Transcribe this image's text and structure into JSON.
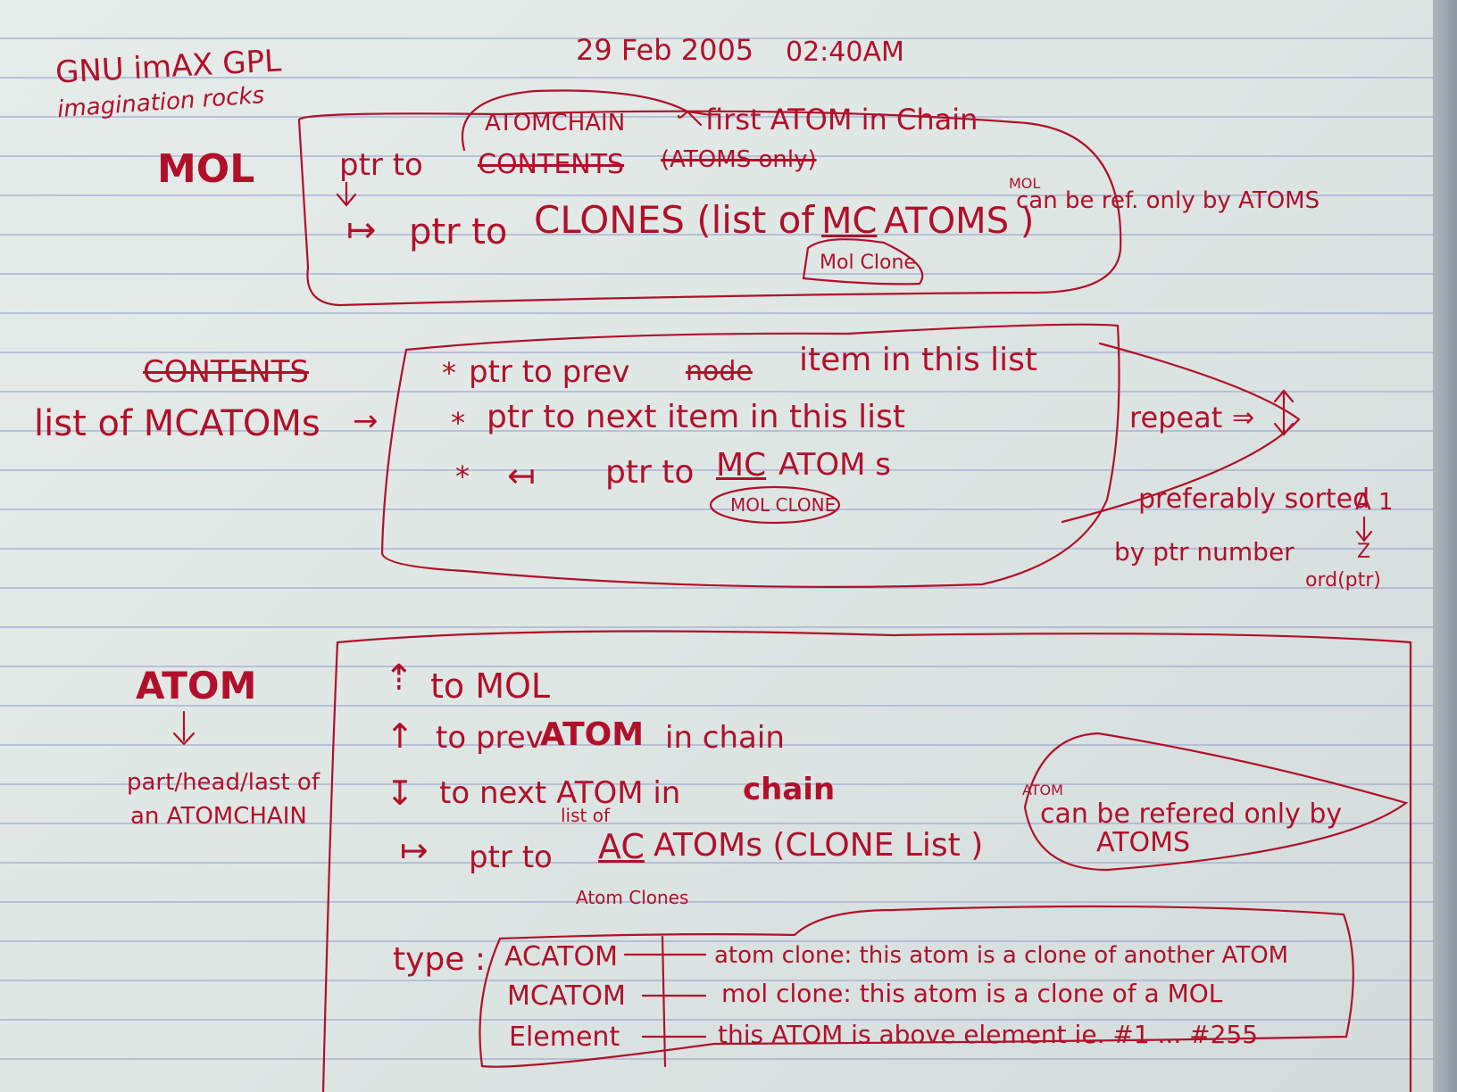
{
  "header": {
    "date": "29 Feb 2005",
    "time": "02:40AM",
    "license": "GNU imAX GPL",
    "motto": "imagination rocks"
  },
  "mol": {
    "label": "MOL",
    "atomchain_note": "ATOMCHAIN",
    "first_atom_note": "first ATOM in Chain",
    "line1_prefix": "ptr to",
    "line1_struck": "CONTENTS",
    "line1_paren": "(ATOMS only)",
    "line2_prefix": "ptr to",
    "line2_main": "CLONES (list of",
    "line2_mc": "MC",
    "line2_end": "ATOMS )",
    "mol_clone_note": "Mol Clone",
    "side_note_top": "MOL",
    "side_note": "can be ref. only by ATOMS"
  },
  "list": {
    "struck_label": "CONTENTS",
    "label": "list of MCATOMs",
    "item1": "ptr to prev",
    "item1_struck": "node",
    "item1_end": "item in this list",
    "item2": "ptr to next  item in this list",
    "item3": "ptr to",
    "item3_mc": "MC",
    "item3_end": "ATOM s",
    "mol_clone_note": "MOL CLONE",
    "repeat": "repeat",
    "sorted_note": "preferably sorted",
    "sorted_note2": "by ptr number",
    "sort_order_top": "A 1",
    "sort_order_bottom": "Z",
    "sort_order_note": "ord(ptr)"
  },
  "atom": {
    "label": "ATOM",
    "role_note": "part/head/last of",
    "role_note2": "an ATOMCHAIN",
    "line1": "to MOL",
    "line2_a": "to prev",
    "line2_b": "ATOM",
    "line2_c": "in chain",
    "line3_a": "to next ATOM in",
    "line3_b": "chain",
    "line4_prefix": "ptr to",
    "line4_listof": "list of",
    "line4_ac": "AC",
    "line4_end": "ATOMs  (CLONE List )",
    "atom_clones_note": "Atom Clones",
    "side_note_top": "ATOM",
    "side_note": "can be refered only by",
    "side_note2": "ATOMS"
  },
  "type_table": {
    "label": "type :",
    "rows": [
      {
        "type": "ACATOM",
        "desc": "atom clone: this atom is a clone of another ATOM"
      },
      {
        "type": "MCATOM",
        "desc": "mol clone: this atom is a clone of a MOL"
      },
      {
        "type": "Element",
        "desc": "this ATOM is above element ie. #1 ... #255"
      }
    ]
  },
  "colors": {
    "ink": "#b1102a",
    "paper": "#e2e9e6",
    "rule": "#96a0cd"
  }
}
